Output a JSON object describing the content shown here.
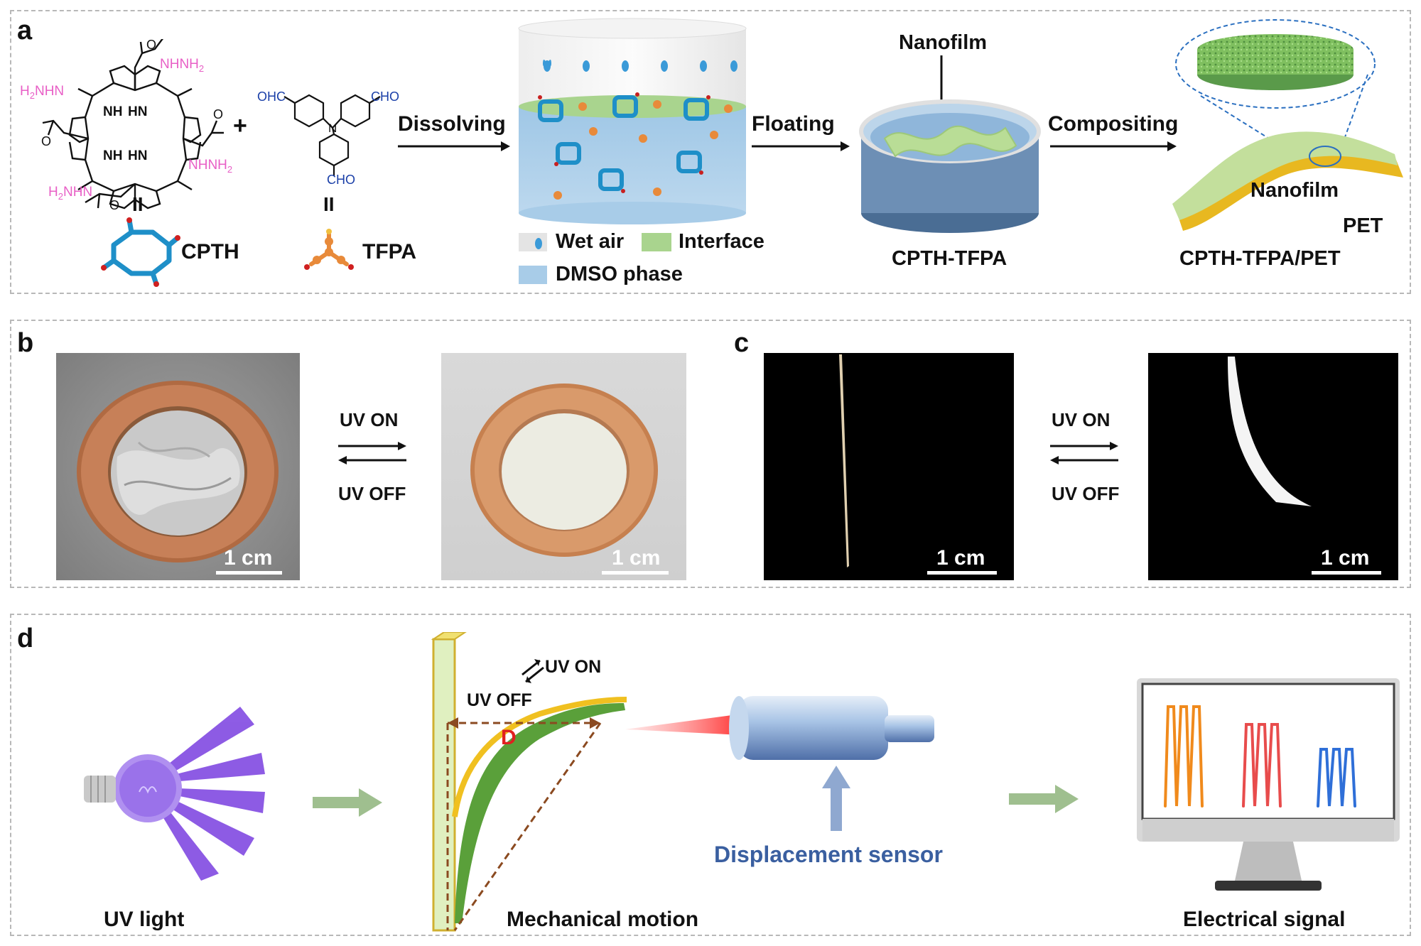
{
  "panel_a": {
    "label": "a",
    "chem": {
      "nhnh2_top": "NHNH",
      "nhnh2_top_sub": "2",
      "h2nhn_left": "H",
      "h2nhn_left_sub": "2",
      "h2nhn_left_rest": "NHN",
      "nhnh2_right": "NHNH",
      "nhnh2_right_sub": "2",
      "h2nhn_bottom": "H",
      "h2nhn_bottom_sub": "2",
      "h2nhn_bottom_rest": "NHN",
      "nh1": "NH",
      "hn1": "HN",
      "nh2": "NH",
      "hn2": "HN",
      "o": "O",
      "n": "N",
      "ohc": "OHC",
      "cho_right": "CHO",
      "cho_bottom": "CHO",
      "plus": "+",
      "equals": "II"
    },
    "cpth": "CPTH",
    "tfpa": "TFPA",
    "dissolving": "Dissolving",
    "floating": "Floating",
    "compositing": "Compositing",
    "nanofilm_top": "Nanofilm",
    "legend": {
      "wet_air": "Wet air",
      "interface": "Interface",
      "dmso": "DMSO phase"
    },
    "cpth_tfpa": "CPTH-TFPA",
    "nanofilm_label": "Nanofilm",
    "pet": "PET",
    "cpth_tfpa_pet": "CPTH-TFPA/PET"
  },
  "panel_b": {
    "label": "b",
    "uv_on": "UV ON",
    "uv_off": "UV OFF",
    "scale_left": "1 cm",
    "scale_right": "1 cm"
  },
  "panel_c": {
    "label": "c",
    "uv_on": "UV ON",
    "uv_off": "UV OFF",
    "scale_left": "1 cm",
    "scale_right": "1 cm"
  },
  "panel_d": {
    "label": "d",
    "uv_light": "UV light",
    "uv_on": "UV ON",
    "uv_off": "UV OFF",
    "d_label": "D",
    "mechanical_motion": "Mechanical motion",
    "displacement_sensor": "Displacement sensor",
    "electrical_signal": "Electrical signal"
  },
  "colors": {
    "pink": "#e85fc6",
    "navy": "#1a3fa8",
    "blue_mol": "#1e8fc8",
    "orange_mol": "#e88a3a",
    "green": "#8fc87a",
    "signal_orange": "#f08a1c",
    "signal_red": "#e84c4c",
    "signal_blue": "#2f6fd8",
    "sensor_text": "#3a5fa0"
  }
}
